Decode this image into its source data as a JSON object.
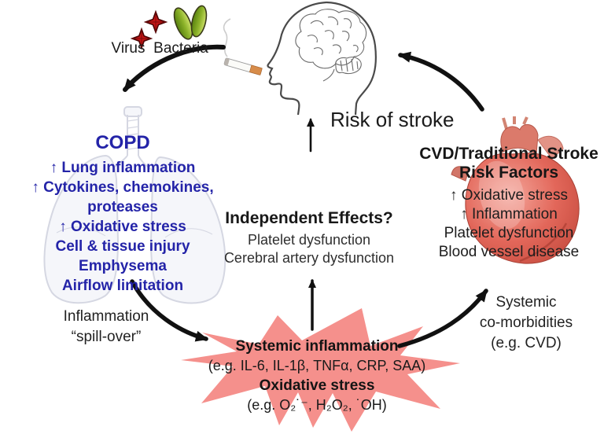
{
  "figure": {
    "topic": "COPD and risk of stroke mechanism diagram",
    "risk_label": "Risk of stroke"
  },
  "exposures": {
    "virus_label": "Virus",
    "bacteria_label": "Bacteria"
  },
  "copd": {
    "title": "COPD",
    "items": [
      "↑ Lung inflammation",
      "↑ Cytokines, chemokines, proteases",
      "↑ Oxidative stress",
      "Cell & tissue injury",
      "Emphysema",
      "Airflow limitation"
    ]
  },
  "independent_effects": {
    "title": "Independent Effects?",
    "items": [
      "Platelet dysfunction",
      "Cerebral artery dysfunction"
    ]
  },
  "cvd": {
    "title_line1": "CVD/Traditional Stroke",
    "title_line2": "Risk Factors",
    "items": [
      "↑ Oxidative stress",
      "↑ Inflammation",
      "Platelet dysfunction",
      "Blood vessel disease"
    ]
  },
  "spillover": {
    "line1": "Inflammation",
    "line2": "“spill-over”"
  },
  "comorbidities": {
    "line1": "Systemic",
    "line2": "co-morbidities",
    "line3": "(e.g. CVD)"
  },
  "starburst": {
    "lines": [
      "Systemic inflammation",
      "(e.g. IL-6, IL-1β, TNFα, CRP, SAA)",
      "Oxidative stress",
      "(e.g. O₂˙⁻, H₂O₂, ˙OH)"
    ]
  },
  "icons": {
    "virus": "virus-icon",
    "bacteria": "bacteria-icon",
    "cigarette": "cigarette-icon",
    "head": "head-brain-image",
    "lungs": "lungs-image",
    "heart": "heart-image",
    "starburst": "starburst-shape"
  },
  "colors": {
    "copd_blue": "#2424A8",
    "starburst_pink": "#F5908C",
    "arrow_black": "#111111",
    "virus_red": "#C41414",
    "bacteria_green": "#8DB32A",
    "heart_red": "#D9534A",
    "lungs_gray": "#B4B8CC"
  }
}
